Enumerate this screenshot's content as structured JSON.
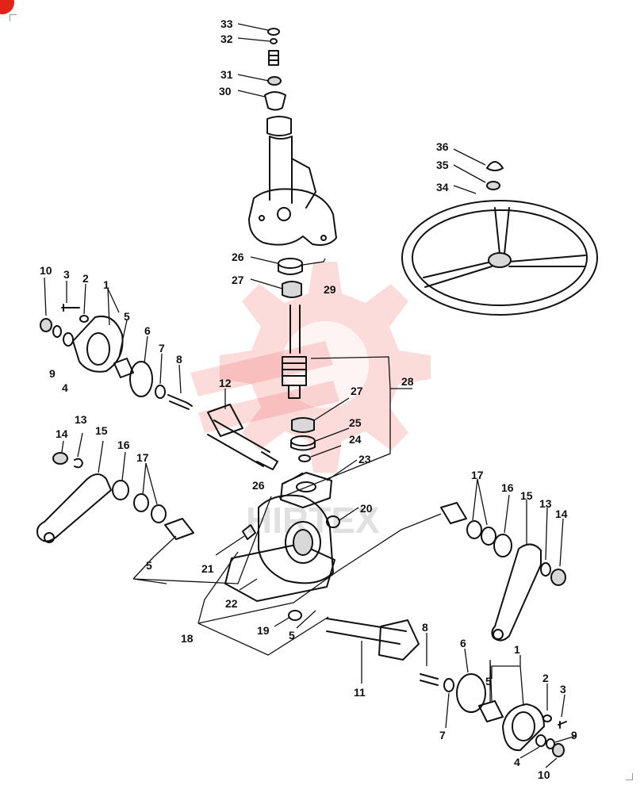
{
  "diagram": {
    "watermark": "HIRTEX",
    "callouts": {
      "c1a": "1",
      "c1b": "1",
      "c2a": "2",
      "c2b": "2",
      "c3a": "3",
      "c3b": "3",
      "c4a": "4",
      "c4b": "4",
      "c5a": "5",
      "c5b": "5",
      "c5c": "5",
      "c5d": "5",
      "c6a": "6",
      "c6b": "6",
      "c7a": "7",
      "c7b": "7",
      "c8a": "8",
      "c8b": "8",
      "c9a": "9",
      "c9b": "9",
      "c10a": "10",
      "c10b": "10",
      "c11": "11",
      "c12": "12",
      "c13a": "13",
      "c13b": "13",
      "c14a": "14",
      "c14b": "14",
      "c15a": "15",
      "c15b": "15",
      "c16a": "16",
      "c16b": "16",
      "c17a": "17",
      "c17b": "17",
      "c18": "18",
      "c19": "19",
      "c20": "20",
      "c21": "21",
      "c22": "22",
      "c23": "23",
      "c24": "24",
      "c25": "25",
      "c26a": "26",
      "c26b": "26",
      "c27a": "27",
      "c27b": "27",
      "c28": "28",
      "c29": "29",
      "c30": "30",
      "c31": "31",
      "c32": "32",
      "c33": "33",
      "c34": "34",
      "c35": "35",
      "c36": "36"
    },
    "colors": {
      "accent": "#e2231a",
      "watermark": "#f25a5a",
      "line": "#111111"
    }
  }
}
